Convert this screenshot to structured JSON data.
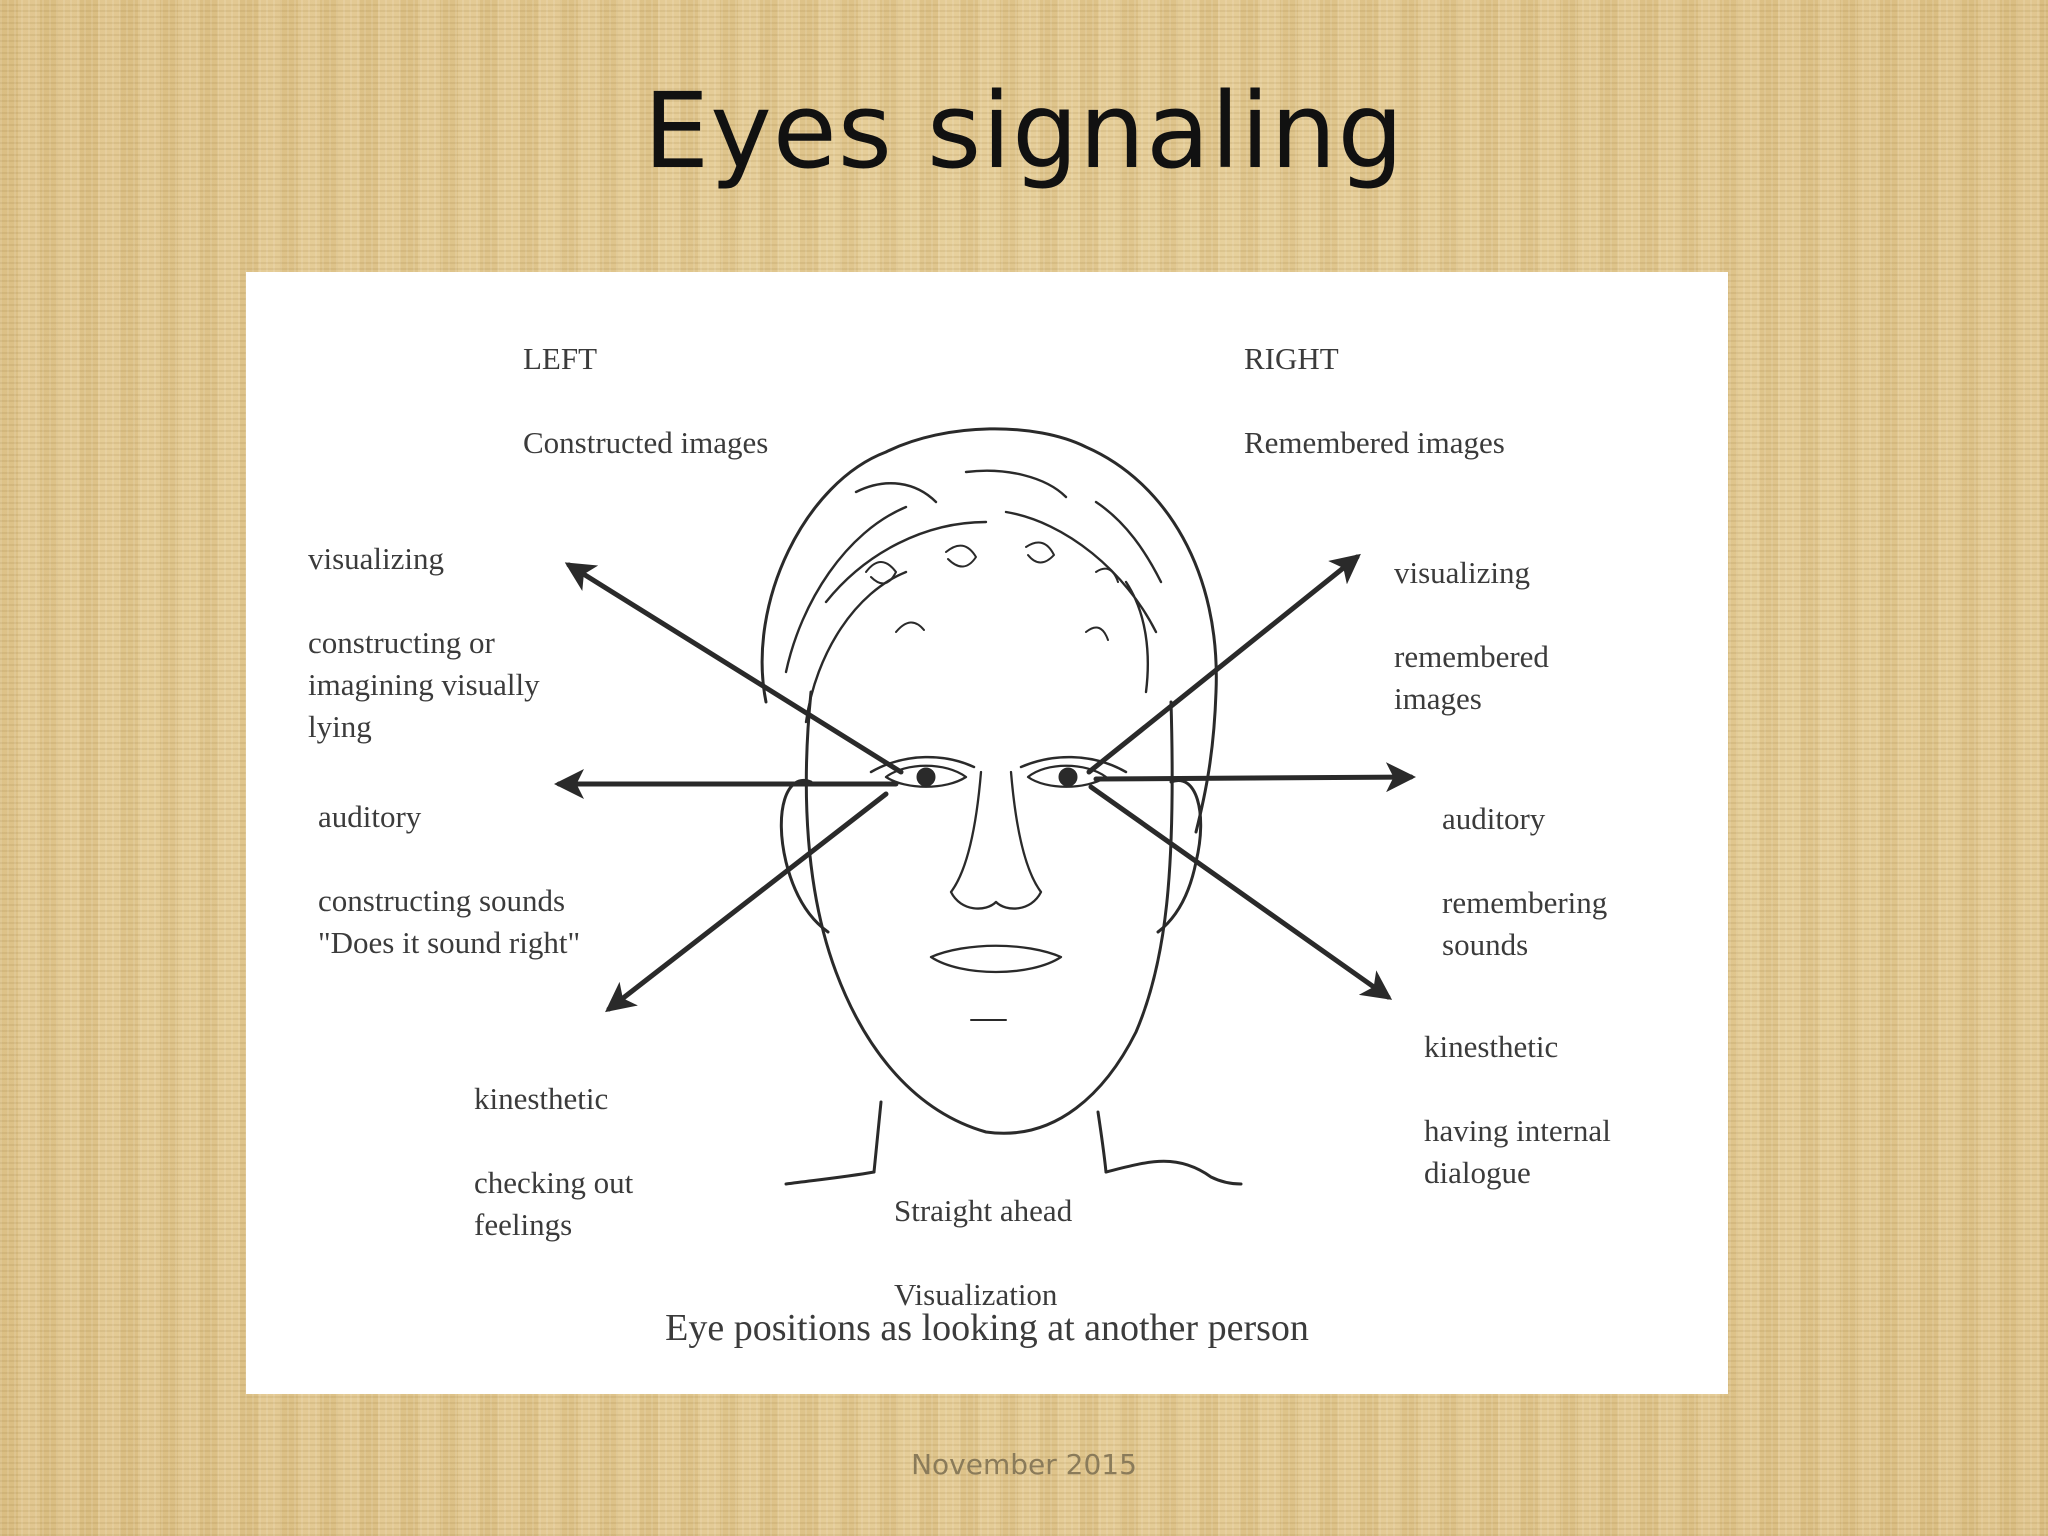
{
  "slide": {
    "title": "Eyes signaling",
    "footer": "November 2015"
  },
  "figure": {
    "left_heading": "LEFT",
    "left_subheading": "Constructed images",
    "right_heading": "RIGHT",
    "right_subheading": "Remembered images",
    "labels": {
      "upper_left_head": "visualizing",
      "upper_left_body": "constructing or\nimagining visually\nlying",
      "mid_left_head": "auditory",
      "mid_left_body": "constructing sounds\n\"Does it sound right\"",
      "lower_left_head": "kinesthetic",
      "lower_left_body": "checking out\nfeelings",
      "upper_right_head": "visualizing",
      "upper_right_body": "remembered\nimages",
      "mid_right_head": "auditory",
      "mid_right_body": "remembering\nsounds",
      "lower_right_head": "kinesthetic",
      "lower_right_body": "having internal\ndialogue",
      "center_head": "Straight ahead",
      "center_body": "Visualization"
    },
    "caption": "Eye positions as looking at another person"
  },
  "colors": {
    "background": "#e3c98f",
    "title": "#111111",
    "diagram_ink": "#2a2a2a",
    "label_text": "#3b3b3b",
    "footer": "#8a7b5a"
  }
}
